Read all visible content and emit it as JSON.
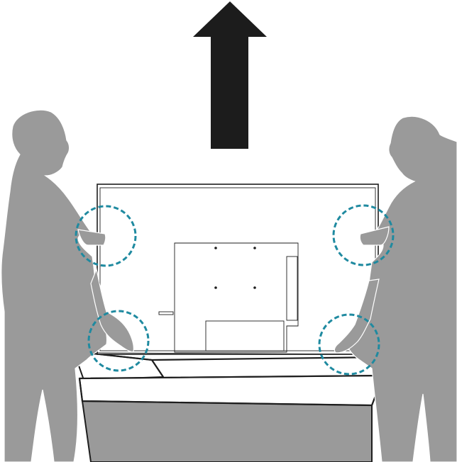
{
  "illustration": {
    "subject": "two-person-tv-lifting-instruction",
    "colors": {
      "person": "#9a9a9a",
      "arrow": "#1c1c1c",
      "outline": "#1e1e1e",
      "box_fill": "#9a9a9a",
      "highlight": "#1f8aa0",
      "background": "#ffffff"
    },
    "icons": {
      "direction": "arrow-up-icon",
      "grip_marker": "dashed-circle-icon"
    },
    "grip_points": [
      "left-upper",
      "right-upper",
      "left-lower",
      "right-lower"
    ]
  }
}
